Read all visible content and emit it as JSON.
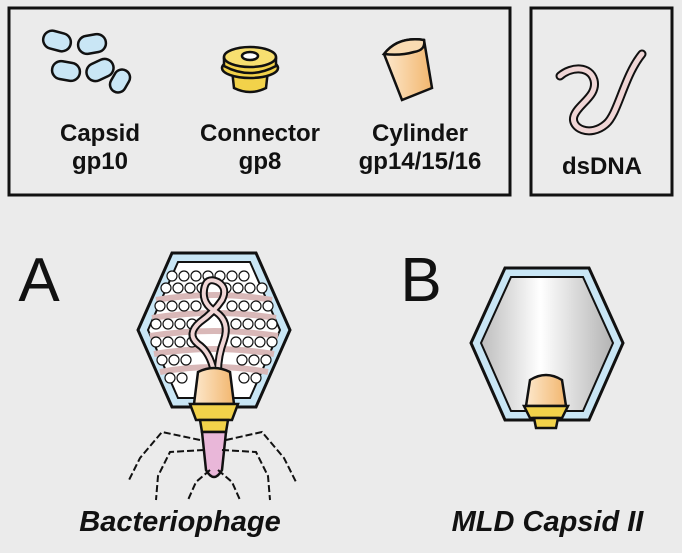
{
  "legend": {
    "capsid": {
      "name": "Capsid",
      "protein": "gp10"
    },
    "connector": {
      "name": "Connector",
      "protein": "gp8"
    },
    "cylinder": {
      "name": "Cylinder",
      "protein": "gp14/15/16"
    },
    "dna": {
      "name": "dsDNA"
    }
  },
  "panels": [
    {
      "letter": "A",
      "caption": "Bacteriophage"
    },
    {
      "letter": "B",
      "caption": "MLD Capsid II"
    }
  ],
  "colors": {
    "background": "#ebebeb",
    "capsid_fill": "#c9e6f5",
    "connector_fill": "#f2d24a",
    "cylinder_fill": "#f6cf9a",
    "dna_fill": "#f0d6d6",
    "tail_fill": "#e9b7d9",
    "outline": "#111111"
  },
  "icons": [
    "capsid-icon",
    "connector-icon",
    "cylinder-icon",
    "dsdna-icon",
    "bacteriophage-illustration",
    "mld-capsid-illustration"
  ]
}
